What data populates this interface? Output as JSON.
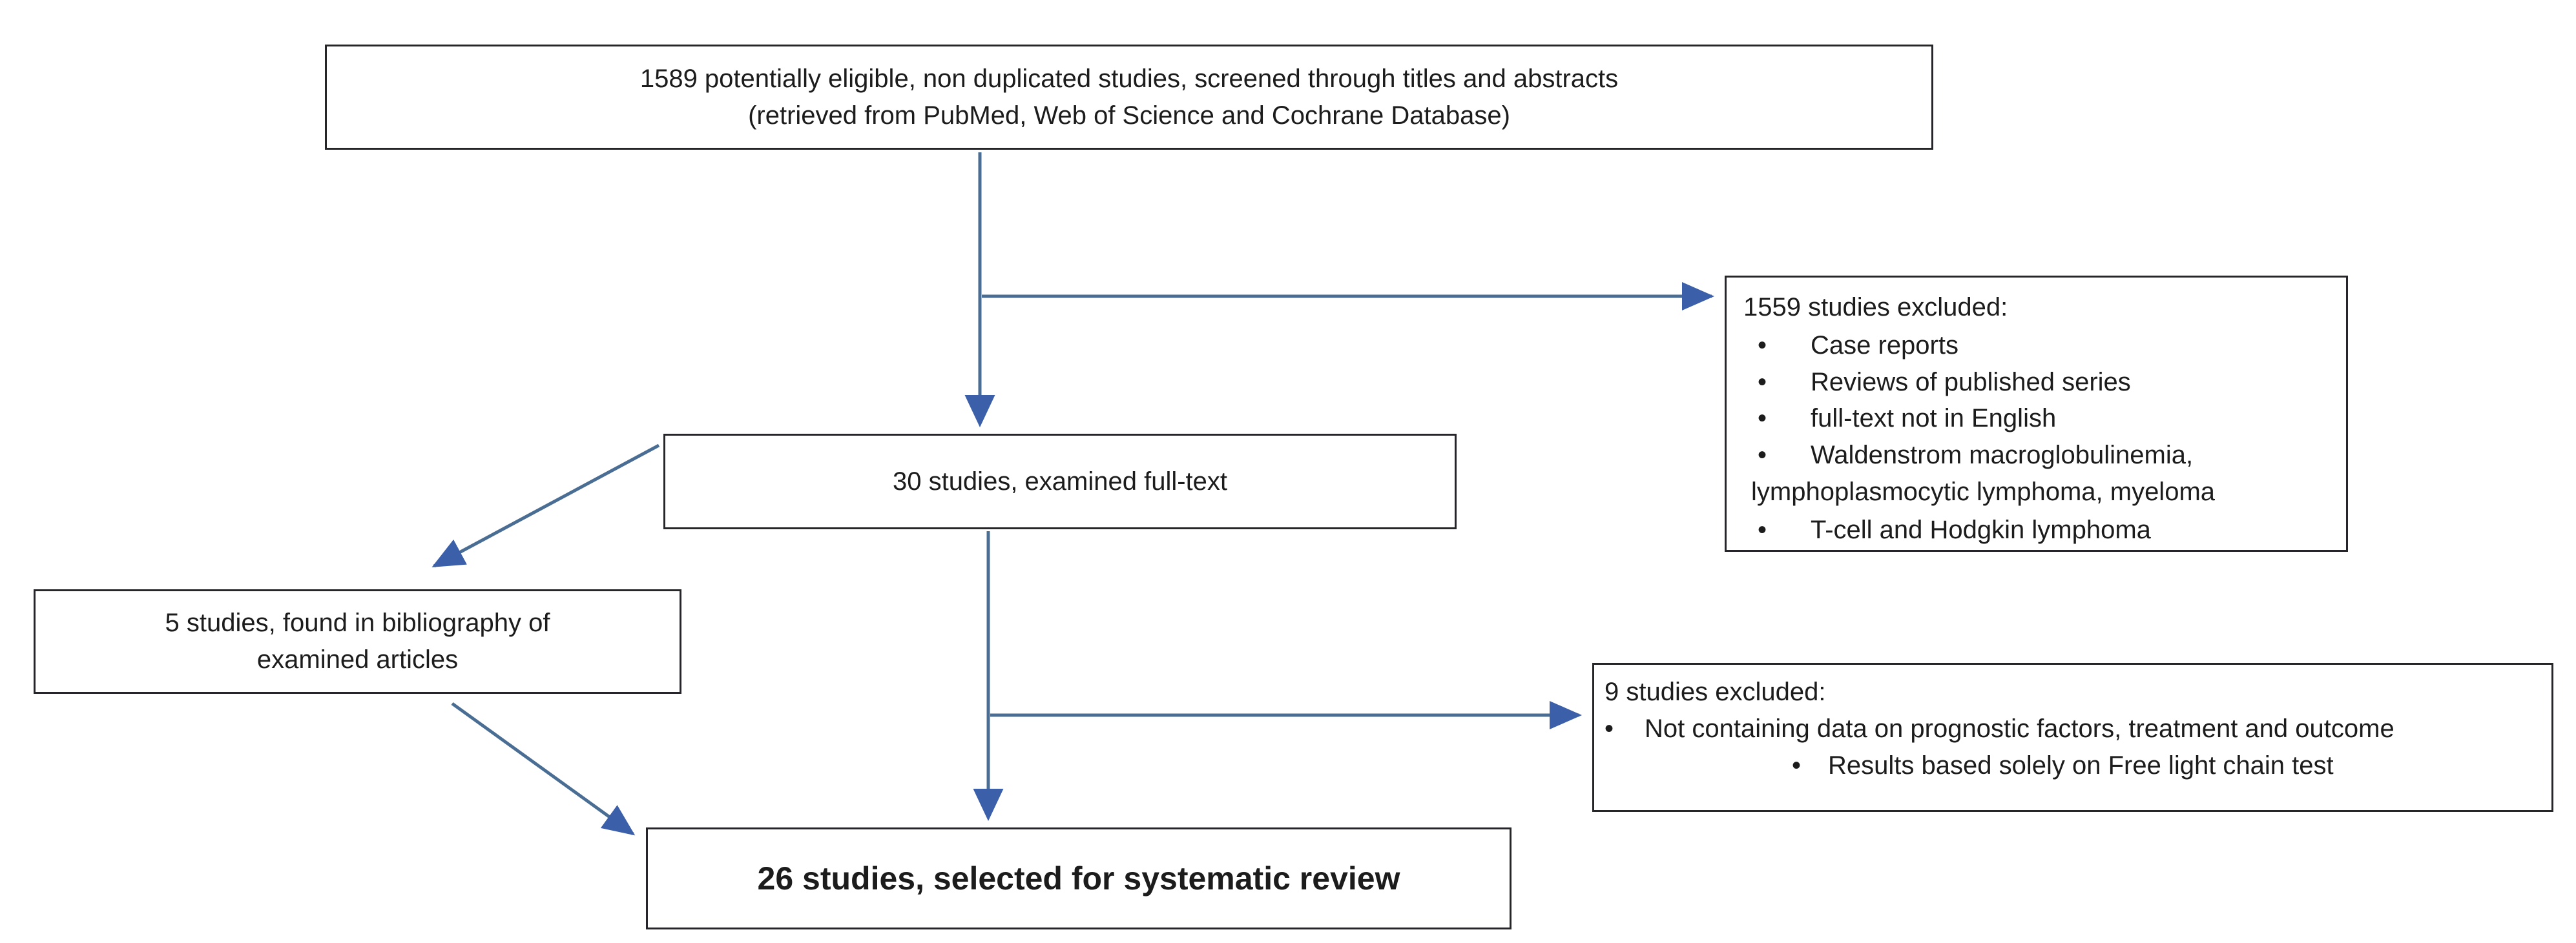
{
  "diagram": {
    "title": "Study selection flow diagram",
    "colors": {
      "box_border": "#26262a",
      "text": "#1c1c1c",
      "connector_line": "#4a6e93",
      "arrow_head": "#3b5fa8",
      "background": "#ffffff"
    }
  },
  "nodes": {
    "screened": {
      "name": "screened-studies-box",
      "lines": [
        "1589  potentially eligible, non duplicated  studies, screened through titles and  abstracts",
        "(retrieved from PubMed, Web of Science and Cochrane Database)"
      ]
    },
    "fulltext": {
      "name": "full-text-examined-box",
      "lines": [
        "30 studies, examined full-text"
      ]
    },
    "excluded_1559": {
      "name": "excluded-1559-box",
      "heading": "1559 studies excluded:",
      "bullet_glyph": "•",
      "items": [
        "Case reports",
        "Reviews of published series",
        "full-text not in English",
        "Waldenstrom macroglobulinemia,"
      ],
      "continuation": "lymphoplasmocytic  lymphoma, myeloma",
      "items_after": [
        "T-cell and Hodgkin lymphoma"
      ]
    },
    "biblio": {
      "name": "bibliography-studies-box",
      "lines": [
        "5 studies, found in bibliography of",
        "examined articles"
      ]
    },
    "excluded_9": {
      "name": "excluded-9-box",
      "heading": "9 studies excluded:",
      "bullet_glyph": "•",
      "items": [
        "Not containing data on prognostic factors, treatment and outcome"
      ],
      "indented_items": [
        "Results based solely on Free light chain test"
      ]
    },
    "selected": {
      "name": "selected-studies-box",
      "lines": [
        "26 studies, selected for systematic review"
      ]
    }
  },
  "connectors": [
    {
      "name": "screened-to-fulltext-arrow",
      "kind": "vertical-arrow"
    },
    {
      "name": "screened-to-excluded-1559-arrow",
      "kind": "horizontal-arrow"
    },
    {
      "name": "fulltext-to-biblio-arrow",
      "kind": "diagonal-arrow"
    },
    {
      "name": "fulltext-to-selected-arrow",
      "kind": "vertical-arrow"
    },
    {
      "name": "fulltext-to-excluded-9-arrow",
      "kind": "horizontal-arrow"
    },
    {
      "name": "biblio-to-selected-arrow",
      "kind": "diagonal-arrow"
    }
  ]
}
